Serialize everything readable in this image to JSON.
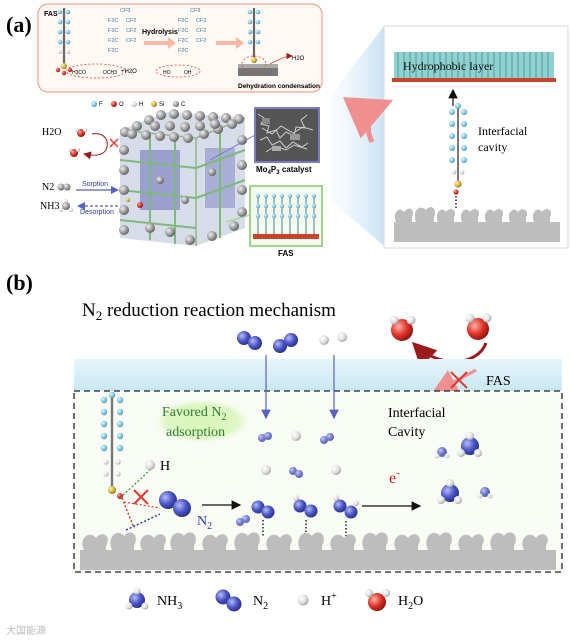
{
  "panel_a": {
    "label": "(a)",
    "reaction": {
      "fas_label": "FAS",
      "hydrolysis_label": "Hydrolysis",
      "plus_water": "+H2O",
      "water_out": "H2O",
      "condensation_label": "Dehydration condensation",
      "cf3": "CF3",
      "f2c": "F2C",
      "cf2": "CF2",
      "h3co": "H3CO",
      "och3": "OCH3",
      "ho": "HO",
      "oh": "OH"
    },
    "atom_legend": [
      "F",
      "O",
      "H",
      "Si",
      "C"
    ],
    "atom_colors": {
      "F": "#7ec9e8",
      "O": "#e03a2f",
      "H": "#e8e8e8",
      "Si": "#d6b23a",
      "C": "#9a9a9a"
    },
    "left_labels": {
      "water": "H2O",
      "n2": "N2",
      "nh3": "NH3",
      "sorption": "Sorption",
      "desorption": "Desorption"
    },
    "catalyst_label": "Mo4P3 catalyst",
    "fas_box_label": "FAS",
    "right_panel": {
      "hydrophobic_layer": "Hydrophobic layer",
      "interfacial": "Interfacial",
      "cavity": "cavity"
    }
  },
  "panel_b": {
    "label": "(b)",
    "title_prefix": "N",
    "title_sub": "2",
    "title_suffix": " reduction reaction mechanism",
    "fas_label": "FAS",
    "favored_line1_prefix": "Favored N",
    "favored_line1_sub": "2",
    "favored_line2": "adsorption",
    "interfacial": "Interfacial",
    "cavity": "Cavity",
    "h_label": "H",
    "n2_label": "N",
    "n2_sub": "2",
    "electron": "e",
    "electron_sup": "-"
  },
  "legend": {
    "nh3_prefix": "NH",
    "nh3_sub": "3",
    "n2_prefix": "N",
    "n2_sub": "2",
    "h_prefix": "H",
    "h_sup": "+",
    "h2o_prefix": "H",
    "h2o_sub": "2",
    "h2o_suffix": "O"
  },
  "watermark": "大国能源",
  "colors": {
    "nitrogen": "#4a56c8",
    "oxygen": "#e0332a",
    "hydrogen": "#e6e6e6",
    "fas_chain": "#9ac8d8",
    "substrate": "#b8b8b8",
    "band": "#d8eef8",
    "green_glow": "#cdeeb0",
    "arrow_pink": "#f08f8f",
    "arrow_dark_red": "#9b1b1b",
    "arrow_blue": "#5662c4",
    "arrow_black": "#111111"
  }
}
